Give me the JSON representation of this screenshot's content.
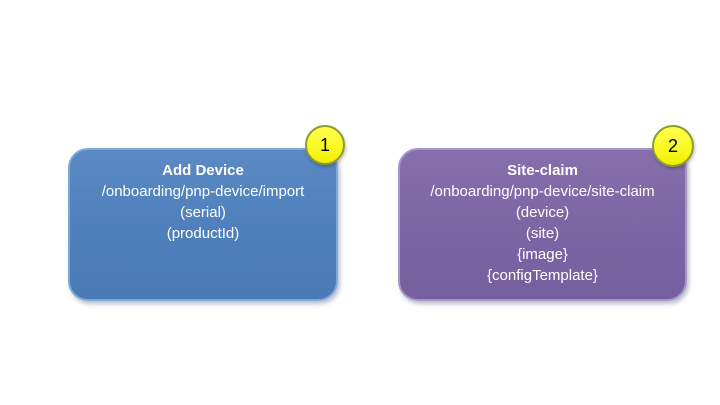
{
  "slide": {
    "background_color": "#ffffff",
    "steps": [
      {
        "badge": "1",
        "title": "Add Device",
        "lines": [
          "/onboarding/pnp-device/import",
          "(serial)",
          "(productId)"
        ],
        "colors": {
          "fill": "#4E80BC",
          "border": "#7FA7D9",
          "text": "#FFFFFF"
        }
      },
      {
        "badge": "2",
        "title": "Site-claim",
        "lines": [
          "/onboarding/pnp-device/site-claim",
          "(device)",
          "(site)",
          "{image}",
          "{configTemplate}"
        ],
        "colors": {
          "fill": "#7C65A4",
          "border": "#A696C3",
          "text": "#FFFFFF"
        }
      }
    ],
    "badge_style": {
      "fill": "#F7F71A",
      "border": "#8D9B2F",
      "text_color": "#000000"
    }
  }
}
